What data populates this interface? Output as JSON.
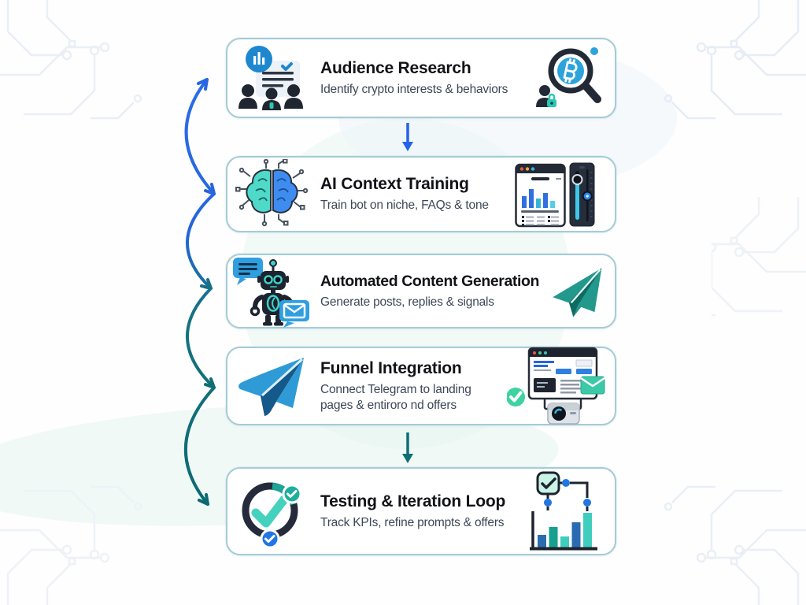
{
  "colors": {
    "arrow_blue": "#2563eb",
    "arrow_teal": "#0e6e74",
    "card_border": "#a6cbd7",
    "telegram_blue": "#2f9bd6",
    "accent_teal": "#23988c",
    "title_text": "#121317",
    "subtitle_text": "#3c4758"
  },
  "steps": [
    {
      "title": "Audience Research",
      "subtitle": "Identify crypto interests & behaviors",
      "icon_left": "audience-group-icon",
      "icon_right": "crypto-search-magnifier-icon"
    },
    {
      "title": "AI Context Training",
      "subtitle": "Train bot on niche, FAQs & tone",
      "icon_left": "ai-brain-circuit-icon",
      "icon_right": "analytics-dashboard-sliders-icon"
    },
    {
      "title": "Automated Content Generation",
      "subtitle": "Generate posts, replies & signals",
      "icon_left": "chatbot-robot-icon",
      "icon_right": "paper-plane-icon"
    },
    {
      "title": "Funnel Integration",
      "subtitle": "Connect Telegram to landing pages & entiroro nd offers",
      "icon_left": "telegram-plane-icon",
      "icon_right": "landing-page-browser-icon"
    },
    {
      "title": "Testing & Iteration Loop",
      "subtitle": "Track KPIs, refine prompts & offers",
      "icon_left": "checkmark-loop-icon",
      "icon_right": "kpi-bar-chart-icon"
    }
  ],
  "decorations": {
    "left_connector": "curved-chain-arrows",
    "between_step_1_2": "down-arrow-blue",
    "between_step_4_5": "down-arrow-teal",
    "background": "circuit-traces"
  }
}
